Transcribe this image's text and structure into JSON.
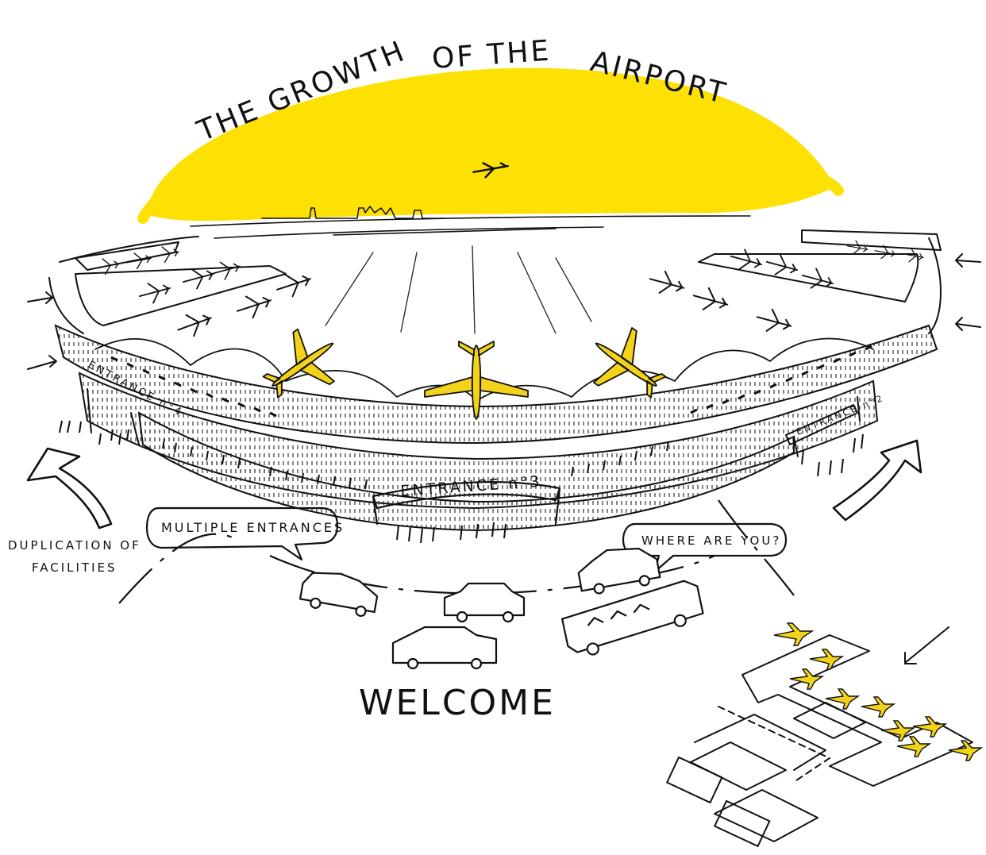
{
  "title": {
    "line_1": "THE GROWTH",
    "line_2": "OF THE",
    "line_3": "AIRPORT"
  },
  "labels": {
    "entrance_main": "ENTRANCE n°3",
    "entrance_left": "ENTRANCE n°4",
    "entrance_right": "ENTRANCE n°2",
    "multiple_entrances": "MULTIPLE ENTRANCES",
    "where_are_you": "WHERE ARE YOU?",
    "duplication_1": "DUPLICATION OF",
    "duplication_2": "FACILITIES",
    "welcome": "WELCOME"
  },
  "colors": {
    "sun": "#fde105",
    "plane_yellow": "#f3d21a",
    "ink": "#111111"
  }
}
